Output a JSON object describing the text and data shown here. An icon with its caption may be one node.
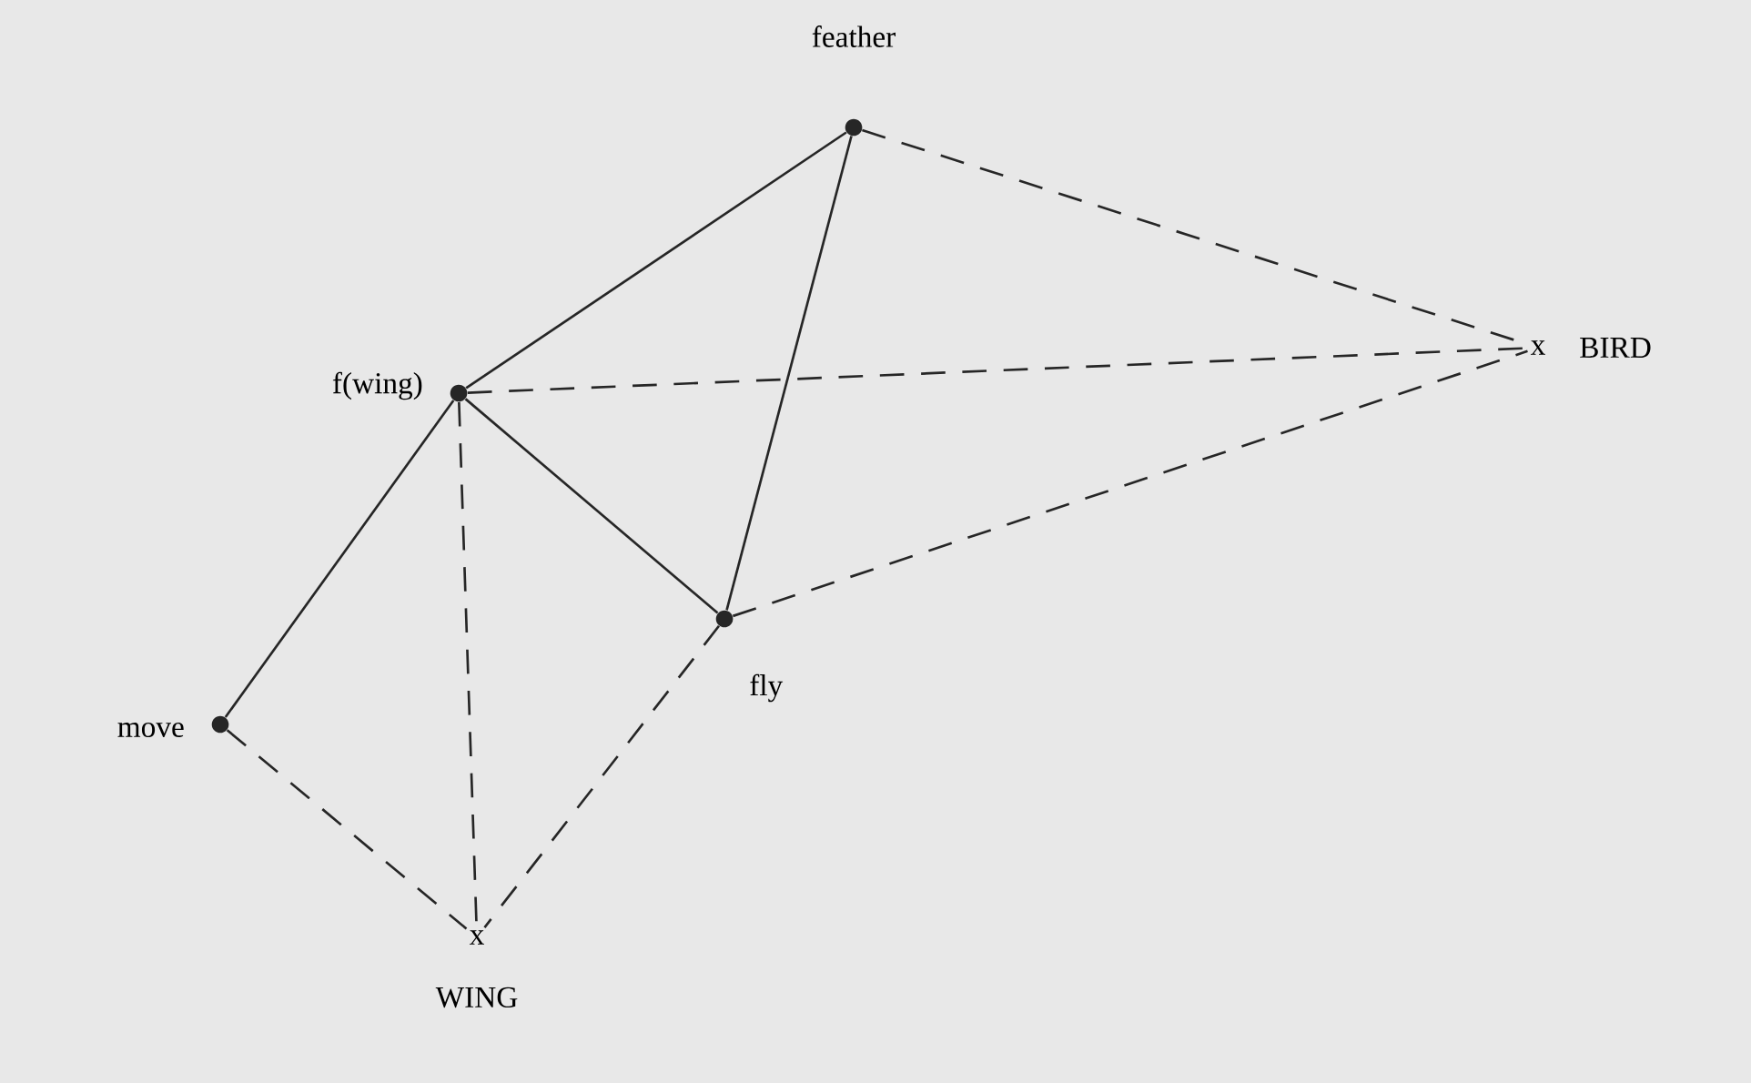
{
  "diagram": {
    "nodes": [
      {
        "text": [
          "feather"
        ]
      },
      {
        "text": [
          "f(wing)"
        ]
      },
      {
        "text": [
          "fly"
        ]
      },
      {
        "text": [
          "move"
        ]
      },
      {
        "text": [
          "x",
          "BIRD"
        ]
      },
      {
        "text": [
          "x",
          "WING"
        ]
      }
    ],
    "edges": [
      {
        "from": 0,
        "to": 1,
        "arrow": "none"
      },
      {
        "from": 0,
        "to": 2,
        "arrow": "none"
      },
      {
        "from": 1,
        "to": 2,
        "arrow": "none"
      },
      {
        "from": 1,
        "to": 3,
        "arrow": "none"
      },
      {
        "from": 0,
        "to": 4,
        "arrow": "none",
        "style": "dashed"
      },
      {
        "from": 1,
        "to": 4,
        "arrow": "none",
        "style": "dashed"
      },
      {
        "from": 2,
        "to": 4,
        "arrow": "none",
        "style": "dashed"
      },
      {
        "from": 1,
        "to": 5,
        "arrow": "none",
        "style": "dashed"
      },
      {
        "from": 2,
        "to": 5,
        "arrow": "none",
        "style": "dashed"
      },
      {
        "from": 3,
        "to": 5,
        "arrow": "none",
        "style": "dashed"
      }
    ]
  }
}
